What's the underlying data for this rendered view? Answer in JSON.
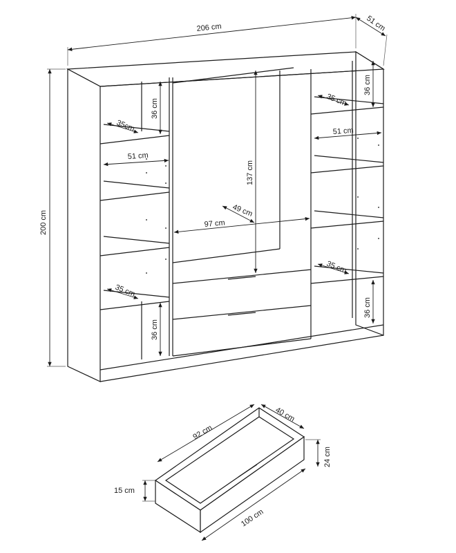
{
  "wardrobe": {
    "width": "206 cm",
    "depth": "51 cm",
    "height": "200 cm",
    "left_shelf_height_top": "36 cm",
    "left_shelf_depth_top": "35cm",
    "left_inner_depth": "51 cm",
    "left_shelf_depth_bottom": "35 cm",
    "left_shelf_height_bottom": "36 cm",
    "hanging_height": "137 cm",
    "hanging_depth": "49 cm",
    "hanging_width": "97 cm",
    "right_shelf_height_top": "36 cm",
    "right_shelf_depth_top": "35 cm",
    "right_inner_depth": "51 cm",
    "right_shelf_depth_bottom": "35 cm",
    "right_shelf_height_bottom": "36 cm"
  },
  "drawer": {
    "inner_width": "92 cm",
    "depth": "40 cm",
    "height_back": "24 cm",
    "height_front": "15 cm",
    "front_width": "100 cm"
  }
}
